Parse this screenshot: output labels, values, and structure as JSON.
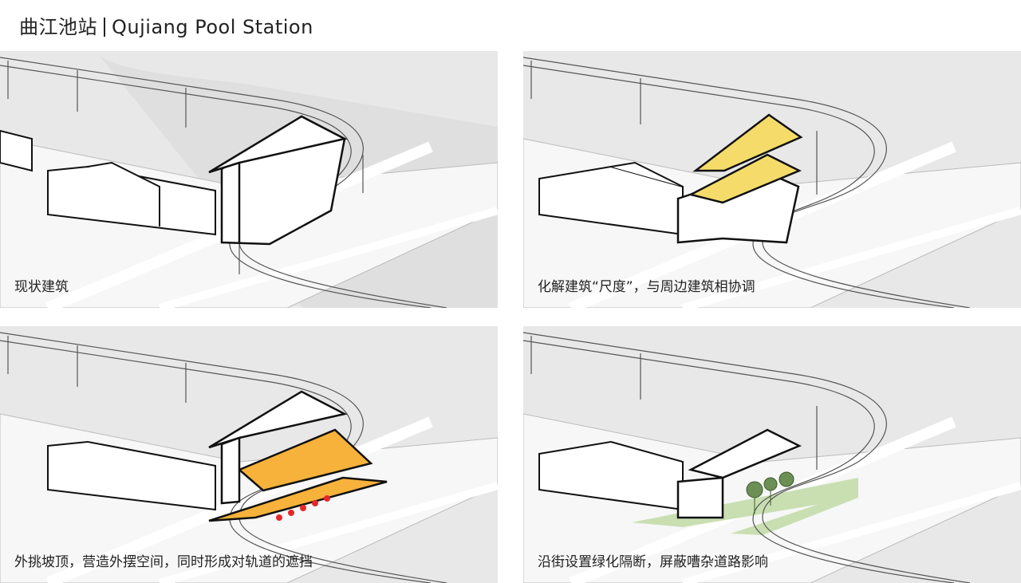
{
  "title": {
    "cn": "曲江池站",
    "en": "Qujiang Pool Station"
  },
  "panels": [
    {
      "caption": "现状建筑",
      "highlight": "none"
    },
    {
      "caption": "化解建筑“尺度”，与周边建筑相协调",
      "highlight": "roof",
      "color": "#f5dc6a"
    },
    {
      "caption": "外挑坡顶，营造外摆空间，同时形成对轨道的遮挡",
      "highlight": "canopy",
      "color": "#f7b23b",
      "accent": "#e8262a"
    },
    {
      "caption": "沿街设置绿化隔断，屏蔽嘈杂道路影响",
      "highlight": "greenery",
      "color": "#c9dfb2"
    }
  ],
  "colors": {
    "panel_bg": "#e8e8e8",
    "ground": "#f7f7f7",
    "outline": "#111111"
  }
}
